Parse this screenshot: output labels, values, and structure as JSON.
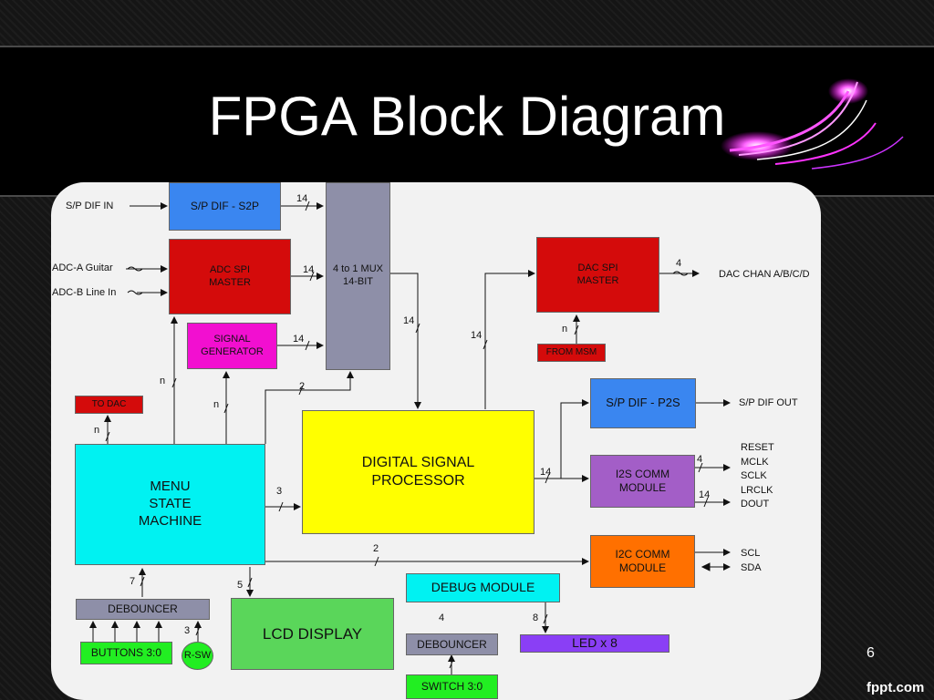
{
  "slide": {
    "title": "FPGA Block Diagram",
    "page_number": "6",
    "watermark": "fppt.com"
  },
  "colors": {
    "blue": "#3a86f0",
    "red": "#d40b0b",
    "magenta": "#f20fd0",
    "gray": "#8e8fa8",
    "cyan": "#00f2f2",
    "yellow": "#ffff00",
    "green": "#5ad65a",
    "purple": "#a35ec7",
    "orange": "#ff7000",
    "violet": "#8a3ff5",
    "bright_green": "#22ee22"
  },
  "blocks": {
    "spdif_s2p": "S/P DIF - S2P",
    "adc_spi": "ADC SPI\nMASTER",
    "signal_gen": "SIGNAL\nGENERATOR",
    "mux": "4 to 1 MUX\n14-BIT",
    "dac_spi": "DAC SPI\nMASTER",
    "from_msm": "FROM MSM",
    "to_dac": "TO DAC",
    "spdif_p2s": "S/P DIF - P2S",
    "dsp": "DIGITAL SIGNAL\nPROCESSOR",
    "menu_sm": "MENU\nSTATE\nMACHINE",
    "i2s": "I2S COMM\nMODULE",
    "i2c": "I2C COMM\nMODULE",
    "debug": "DEBUG MODULE",
    "lcd": "LCD DISPLAY",
    "debouncer_left": "DEBOUNCER",
    "debouncer_right": "DEBOUNCER",
    "buttons": "BUTTONS 3:0",
    "rsw": "R-SW",
    "switch": "SWITCH 3:0",
    "led": "LED x 8"
  },
  "signals": {
    "spdif_in": "S/P DIF IN",
    "adc_a": "ADC-A Guitar",
    "adc_b": "ADC-B Line In",
    "dac_chan": "DAC CHAN A/B/C/D",
    "spdif_out": "S/P DIF OUT",
    "i2s_outputs": "RESET\nMCLK\nSCLK\nLRCLK\nDOUT",
    "scl": "SCL",
    "sda": "SDA"
  },
  "bus_widths": {
    "s2p_mux": "14",
    "adc_mux": "14",
    "gen_mux": "14",
    "menu_mux": "2",
    "mux_dsp": "14",
    "dsp_dac": "14",
    "dac_out": "4",
    "msm_dac": "n",
    "menu_adc": "n",
    "menu_gen": "n",
    "menu_todac": "n",
    "menu_dsp": "3",
    "dsp_i2s": "14",
    "i2s_a": "4",
    "i2s_b": "14",
    "menu_i2c": "2",
    "deb_menu": "7",
    "menu_lcd": "5",
    "rsw_deb": "3",
    "sw_deb": "4",
    "debug_led": "8"
  }
}
